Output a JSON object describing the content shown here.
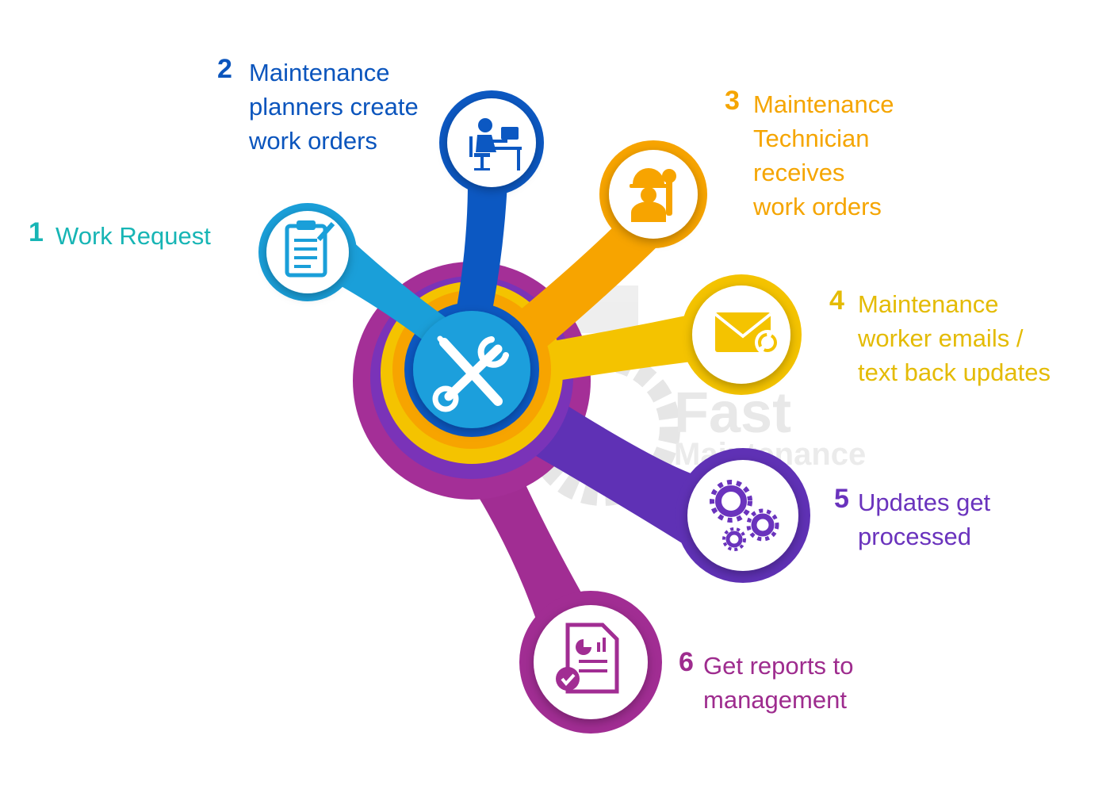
{
  "steps": [
    {
      "num": "1",
      "text": "Work Request",
      "icon": "clipboard-icon",
      "color": "#17b5b5"
    },
    {
      "num": "2",
      "text": "Maintenance\nplanners create\nwork orders",
      "icon": "planner-at-desk-icon",
      "color": "#0b55bd"
    },
    {
      "num": "3",
      "text": "Maintenance\nTechnician\nreceives\nwork orders",
      "icon": "technician-wrench-icon",
      "color": "#f5a500"
    },
    {
      "num": "4",
      "text": "Maintenance\nworker emails /\ntext back updates",
      "icon": "envelope-sync-icon",
      "color": "#e4bb05"
    },
    {
      "num": "5",
      "text": "Updates get\nprocessed",
      "icon": "gears-icon",
      "color": "#6a33bd"
    },
    {
      "num": "6",
      "text": "Get reports to\nmanagement",
      "icon": "report-document-icon",
      "color": "#9e2c8e"
    }
  ],
  "hub": {
    "icon": "wrench-screwdriver-icon",
    "color": "#1a9fdc"
  },
  "watermark": {
    "line1": "Fast",
    "line2": "Maintenance"
  }
}
